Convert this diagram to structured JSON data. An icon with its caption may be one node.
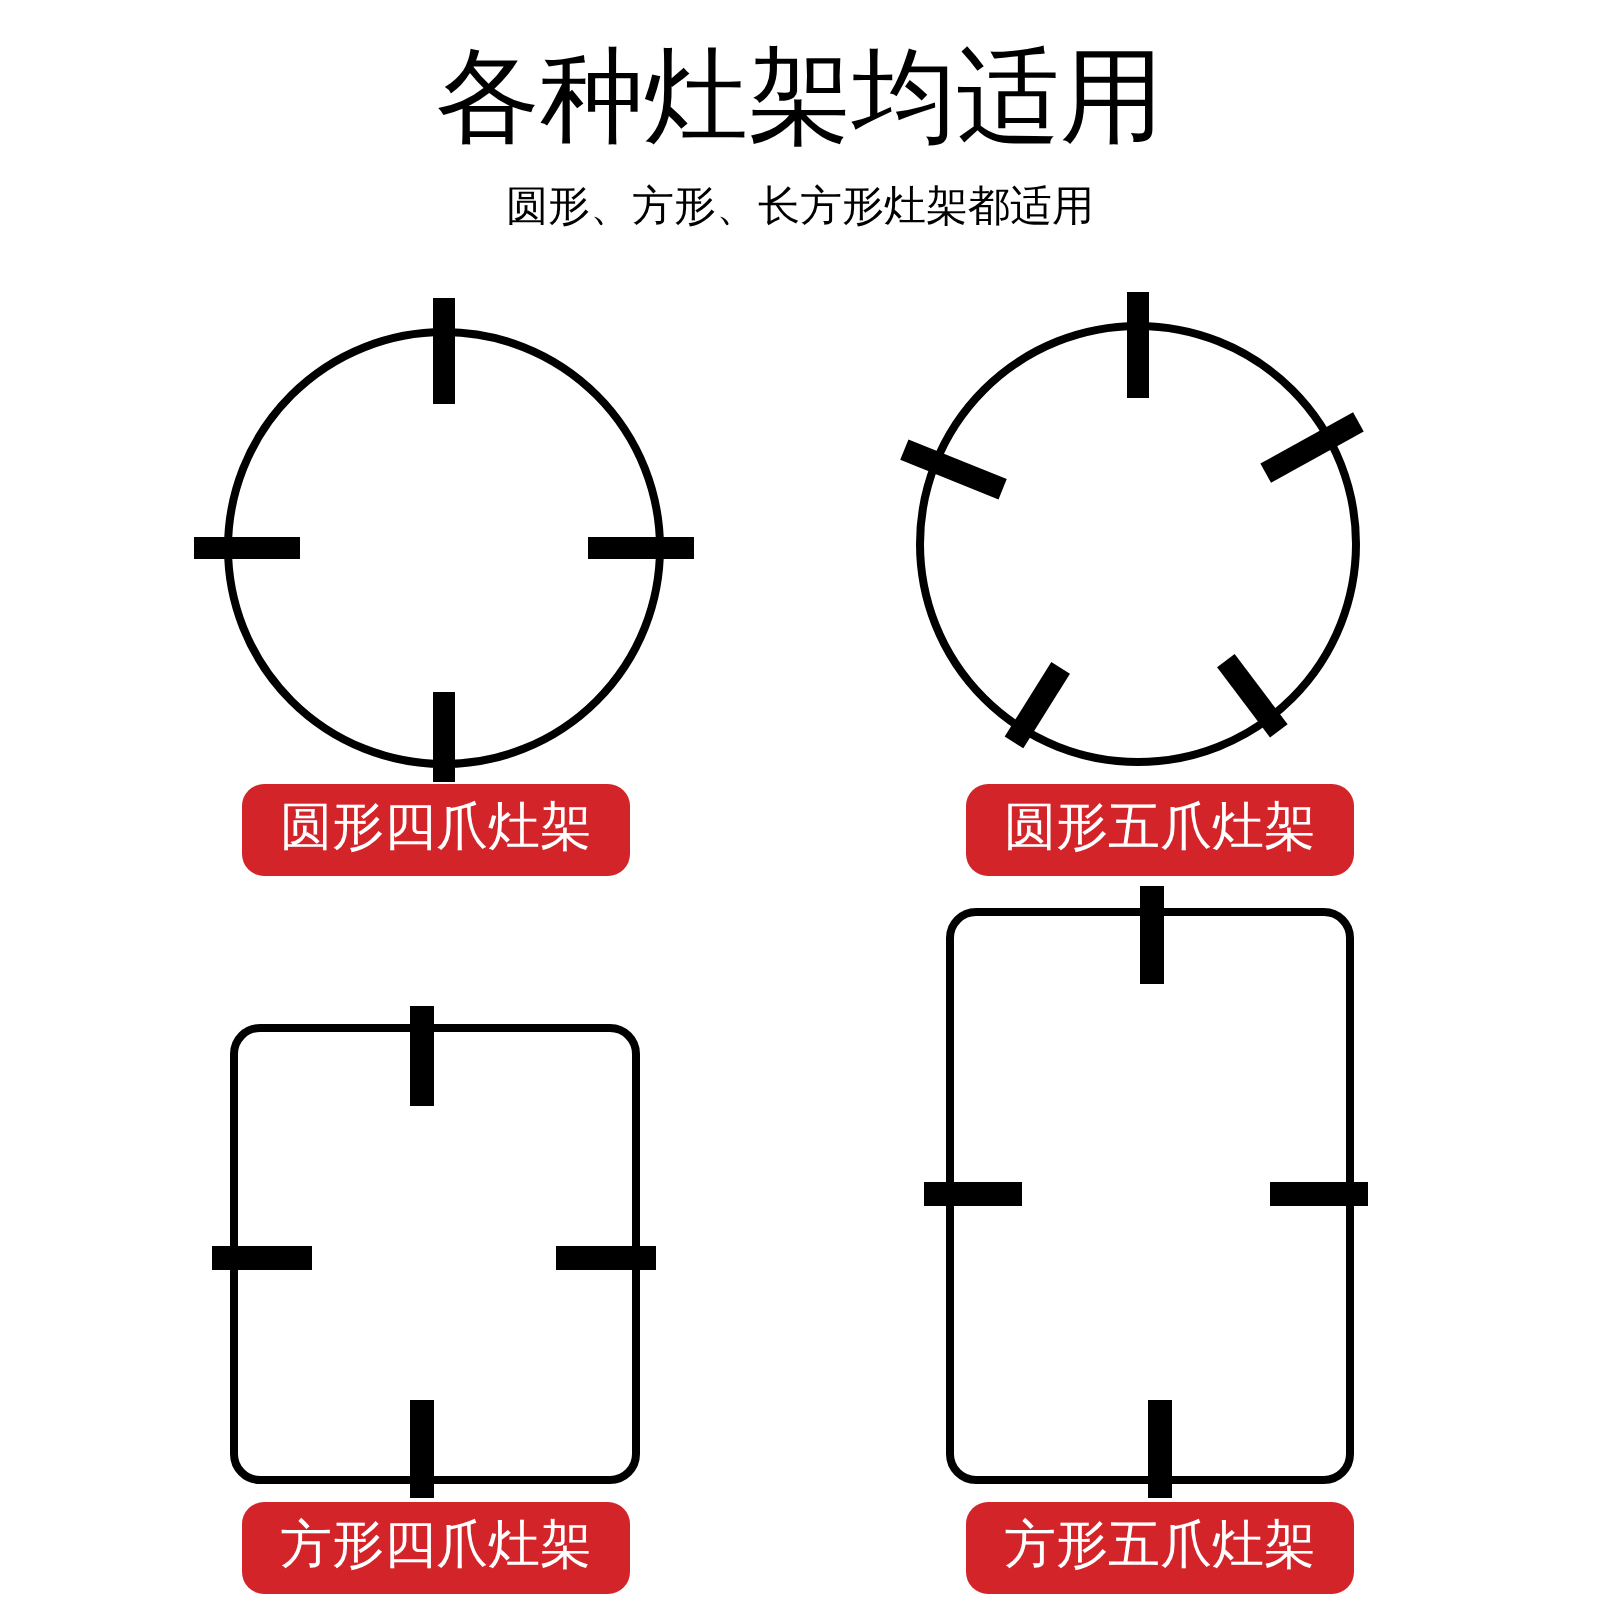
{
  "diagram": {
    "title": "各种灶架均适用",
    "nodes": [
      {
        "text": [
          "圆形四爪灶架"
        ]
      },
      {
        "text": [
          "圆形五爪灶架"
        ]
      },
      {
        "text": [
          "方形四爪灶架"
        ]
      },
      {
        "text": [
          "方形五爪灶架"
        ]
      }
    ],
    "labels": [
      "圆形、方形、长方形灶架都适用"
    ]
  }
}
